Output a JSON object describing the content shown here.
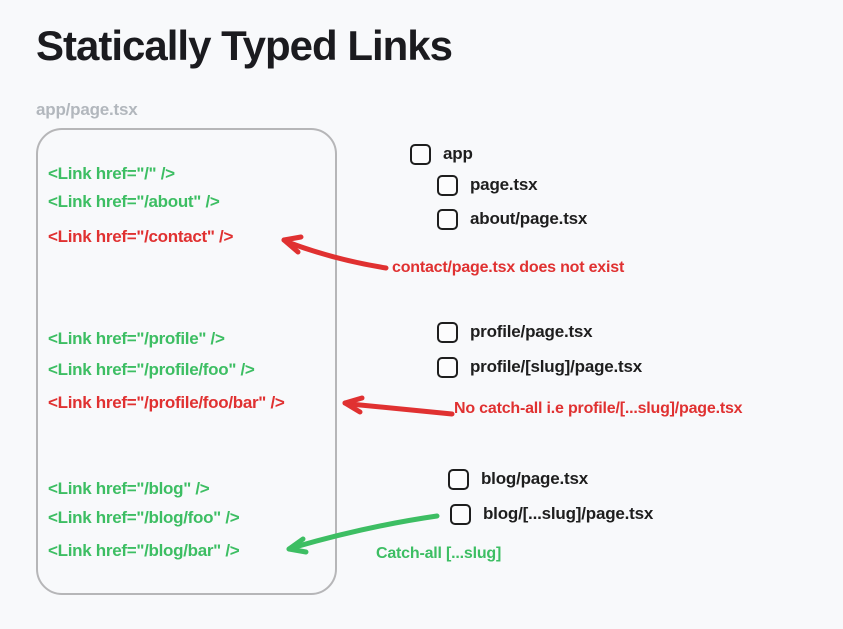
{
  "title": "Statically Typed Links",
  "file_label": "app/page.tsx",
  "colors": {
    "background": "#f8f9fb",
    "ink": "#1e1e1e",
    "muted_label": "#b2b7bd",
    "box_border": "#b6b6b8",
    "valid_green": "#3dbe63",
    "invalid_red": "#e03131"
  },
  "code": {
    "lines": [
      {
        "text": "<Link href=\"/\" />",
        "status": "valid"
      },
      {
        "text": "<Link href=\"/about\" />",
        "status": "valid"
      },
      {
        "text": "<Link href=\"/contact\" />",
        "status": "invalid"
      },
      {
        "text": "<Link href=\"/profile\" />",
        "status": "valid"
      },
      {
        "text": "<Link href=\"/profile/foo\" />",
        "status": "valid"
      },
      {
        "text": "<Link href=\"/profile/foo/bar\" />",
        "status": "invalid"
      },
      {
        "text": "<Link href=\"/blog\" />",
        "status": "valid"
      },
      {
        "text": "<Link href=\"/blog/foo\" />",
        "status": "valid"
      },
      {
        "text": "<Link href=\"/blog/bar\" />",
        "status": "valid"
      }
    ]
  },
  "file_tree": {
    "items": [
      {
        "label": "app",
        "checkbox": "unchecked",
        "indent": 0
      },
      {
        "label": "page.tsx",
        "checkbox": "unchecked",
        "indent": 1
      },
      {
        "label": "about/page.tsx",
        "checkbox": "unchecked",
        "indent": 1
      },
      {
        "label": "profile/page.tsx",
        "checkbox": "unchecked",
        "indent": 1
      },
      {
        "label": "profile/[slug]/page.tsx",
        "checkbox": "unchecked",
        "indent": 1
      },
      {
        "label": "blog/page.tsx",
        "checkbox": "unchecked",
        "indent": 1
      },
      {
        "label": "blog/[...slug]/page.tsx",
        "checkbox": "unchecked",
        "indent": 1
      }
    ]
  },
  "annotations": [
    {
      "text": "contact/page.tsx does not exist",
      "color": "#e03131",
      "arrow": "points to <Link href=\"/contact\" />"
    },
    {
      "text": "No catch-all i.e profile/[...slug]/page.tsx",
      "color": "#e03131",
      "arrow": "points to <Link href=\"/profile/foo/bar\" />"
    },
    {
      "text": "Catch-all [...slug]",
      "color": "#3dbe63",
      "arrow": "points to <Link href=\"/blog/bar\" />"
    }
  ]
}
